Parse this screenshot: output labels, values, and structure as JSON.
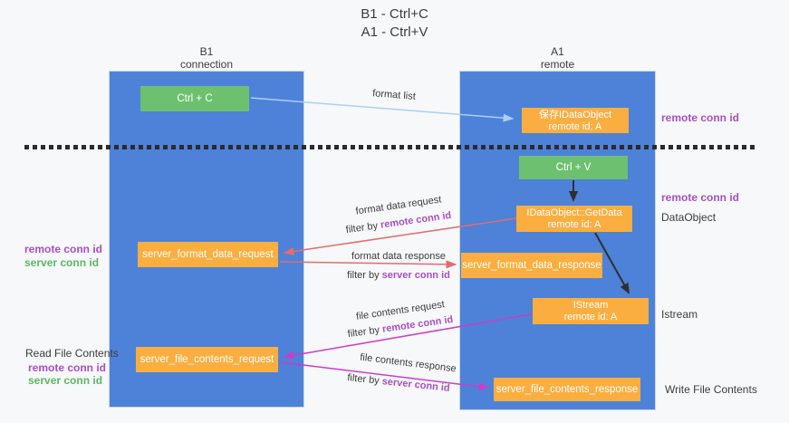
{
  "title": {
    "line1": "B1 - Ctrl+C",
    "line2": "A1 - Ctrl+V"
  },
  "columns": {
    "left": {
      "name": "B1",
      "subtitle": "connection"
    },
    "right": {
      "name": "A1",
      "subtitle": "remote"
    }
  },
  "boxes": {
    "ctrl_c": "Ctrl + C",
    "ctrl_v": "Ctrl + V",
    "save_idataobject": {
      "line1": "保存IDataObject",
      "line2": "remote id: A"
    },
    "getdata": {
      "line1": "IDataObject::GetData",
      "line2": "remote id: A"
    },
    "istream": {
      "line1": "IStream",
      "line2": "remote id: A"
    },
    "format_request": "server_format_data_request",
    "format_response": "server_format_data_response",
    "file_request": "server_file_contents_request",
    "file_response": "server_file_contents_response"
  },
  "arrow_labels": {
    "format_list": "format list",
    "format_data_request": "format data request",
    "format_data_response": "format data response",
    "file_contents_request": "file contents request",
    "file_contents_response": "file contents response",
    "filter_by": "filter by",
    "remote_conn_id": "remote conn id",
    "server_conn_id": "server conn id"
  },
  "side_labels": {
    "right_remote_conn_id_1": "remote conn id",
    "right_remote_conn_id_2": "remote conn id",
    "data_object": "DataObject",
    "istream": "Istream",
    "write_file_contents": "Write File Contents",
    "left_remote_conn_id_1": "remote conn id",
    "left_server_conn_id_1": "server conn id",
    "read_file_contents": "Read File Contents",
    "left_remote_conn_id_2": "remote conn id",
    "left_server_conn_id_2": "server conn id"
  },
  "colors": {
    "column_blue": "#4d82d8",
    "box_green": "#6ec071",
    "box_orange": "#fbae40",
    "arrow_light_blue": "#a9cff2",
    "arrow_salmon": "#e26d6d",
    "arrow_magenta": "#c93ec9",
    "arrow_black": "#2f2f2f",
    "text_purple": "#a94fc4",
    "text_green": "#5cb860",
    "background": "#f7f8fa"
  }
}
